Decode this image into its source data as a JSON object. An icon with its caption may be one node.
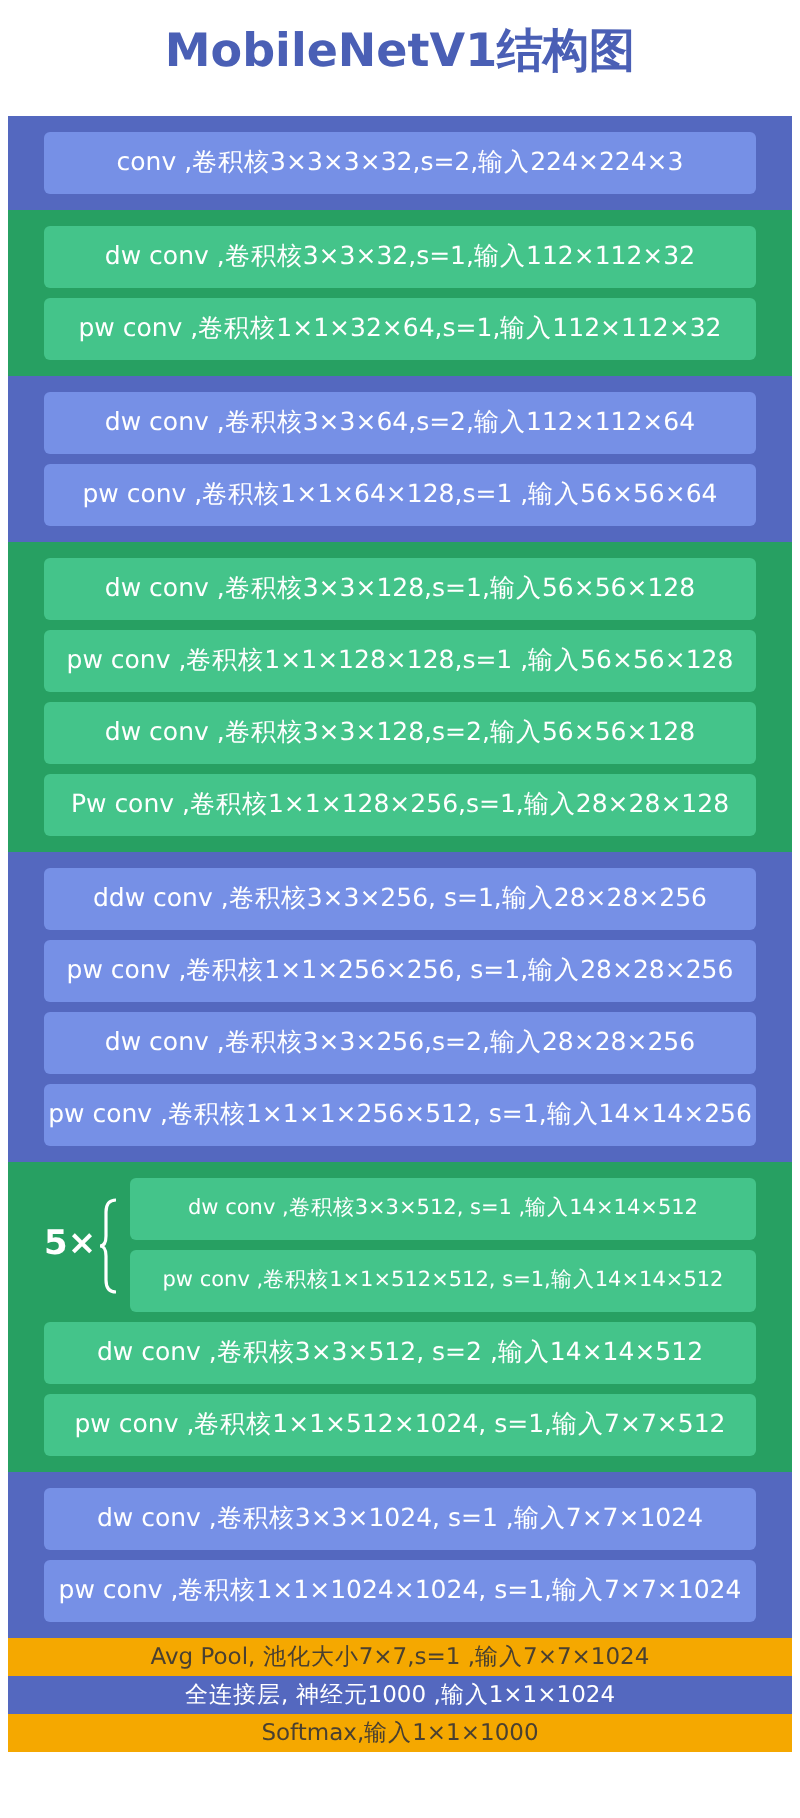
{
  "diagram": {
    "title": "MobileNetV1结构图",
    "nodes": [
      {
        "text": [],
        "shape": "band"
      },
      {
        "text": [
          "conv ,卷积核3×3×3×32,s=2,输入224×224×3"
        ],
        "in": 0
      },
      {
        "text": [],
        "shape": "band"
      },
      {
        "text": [
          "dw conv ,卷积核3×3×32,s=1,输入112×112×32"
        ],
        "in": 2
      },
      {
        "text": [
          "pw conv ,卷积核1×1×32×64,s=1,输入112×112×32"
        ],
        "in": 2
      },
      {
        "text": [],
        "shape": "band"
      },
      {
        "text": [
          "dw conv ,卷积核3×3×64,s=2,输入112×112×64"
        ],
        "in": 5
      },
      {
        "text": [
          "pw conv ,卷积核1×1×64×128,s=1 ,输入56×56×64"
        ],
        "in": 5
      },
      {
        "text": [],
        "shape": "band"
      },
      {
        "text": [
          "dw conv ,卷积核3×3×128,s=1,输入56×56×128"
        ],
        "in": 8
      },
      {
        "text": [
          "pw conv ,卷积核1×1×128×128,s=1 ,输入56×56×128"
        ],
        "in": 8
      },
      {
        "text": [
          "dw conv ,卷积核3×3×128,s=2,输入56×56×128"
        ],
        "in": 8
      },
      {
        "text": [
          "Pw conv ,卷积核1×1×128×256,s=1,输入28×28×128"
        ],
        "in": 8
      },
      {
        "text": [],
        "shape": "band"
      },
      {
        "text": [
          "ddw conv ,卷积核3×3×256, s=1,输入28×28×256"
        ],
        "in": 13
      },
      {
        "text": [
          "pw conv ,卷积核1×1×256×256, s=1,输入28×28×256"
        ],
        "in": 13
      },
      {
        "text": [
          "dw conv ,卷积核3×3×256,s=2,输入28×28×256"
        ],
        "in": 13
      },
      {
        "text": [
          "pw conv ,卷积核1×1×1×256×512, s=1,输入14×14×256"
        ],
        "in": 13
      },
      {
        "text": [],
        "shape": "band"
      },
      {
        "text": [
          "dw conv ,卷积核3×3×512, s=1 ,输入14×14×512"
        ],
        "in": 18
      },
      {
        "text": [
          "pw conv ,卷积核1×1×512×512, s=1,输入14×14×512"
        ],
        "in": 18
      },
      {
        "text": [
          "dw conv ,卷积核3×3×512, s=2 ,输入14×14×512"
        ],
        "in": 18
      },
      {
        "text": [
          "pw conv ,卷积核1×1×512×1024, s=1,输入7×7×512"
        ],
        "in": 18
      },
      {
        "text": [],
        "shape": "band"
      },
      {
        "text": [
          "dw conv ,卷积核3×3×1024, s=1 ,输入7×7×1024"
        ],
        "in": 23
      },
      {
        "text": [
          "pw conv ,卷积核1×1×1024×1024, s=1,输入7×7×1024"
        ],
        "in": 23
      },
      {
        "text": [
          "Avg Pool, 池化大小7×7,s=1 ,输入7×7×1024"
        ]
      },
      {
        "text": [
          "全连接层, 神经元1000 ,输入1×1×1024"
        ]
      },
      {
        "text": [
          "Softmax,输入1×1×1000"
        ]
      }
    ],
    "labels": [
      "5×"
    ]
  }
}
